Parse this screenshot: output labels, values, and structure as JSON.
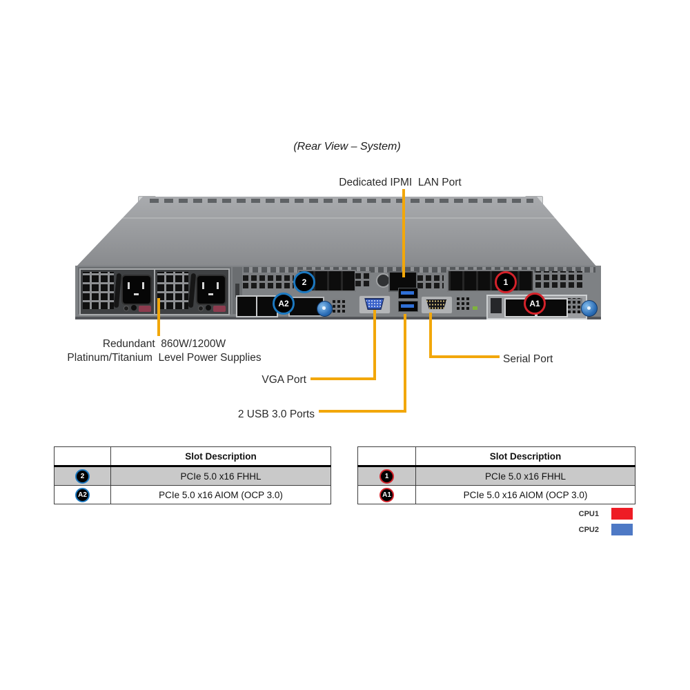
{
  "figure": {
    "title": "(Rear View – System)"
  },
  "labels": {
    "ipmi": "Dedicated IPMI  LAN Port",
    "psu_line1": "Redundant  860W/1200W",
    "psu_line2": "Platinum/Titanium  Level Power Supplies",
    "vga": "VGA Port",
    "usb": "2 USB 3.0 Ports",
    "serial": "Serial Port"
  },
  "chassis": {
    "badges": [
      {
        "label": "2",
        "color": "blue"
      },
      {
        "label": "A2",
        "color": "blue"
      },
      {
        "label": "1",
        "color": "red"
      },
      {
        "label": "A1",
        "color": "red"
      }
    ]
  },
  "tables": {
    "left": {
      "header": "Slot Description",
      "rows": [
        {
          "badge": "2",
          "badge_color": "blue",
          "desc": "PCIe 5.0 x16 FHHL"
        },
        {
          "badge": "A2",
          "badge_color": "blue",
          "desc": "PCIe 5.0 x16 AIOM (OCP 3.0)"
        }
      ]
    },
    "right": {
      "header": "Slot Description",
      "rows": [
        {
          "badge": "1",
          "badge_color": "red",
          "desc": "PCIe 5.0 x16 FHHL"
        },
        {
          "badge": "A1",
          "badge_color": "red",
          "desc": "PCIe 5.0 x16 AIOM (OCP 3.0)"
        }
      ]
    }
  },
  "legend": [
    {
      "label": "CPU1",
      "color": "#EE1C25"
    },
    {
      "label": "CPU2",
      "color": "#4E79C5"
    }
  ],
  "colors": {
    "callout": "#F2A70A",
    "badge_blue": "#1B78C0",
    "badge_red": "#D4222A",
    "table_row_gray": "#C9C9C9"
  }
}
